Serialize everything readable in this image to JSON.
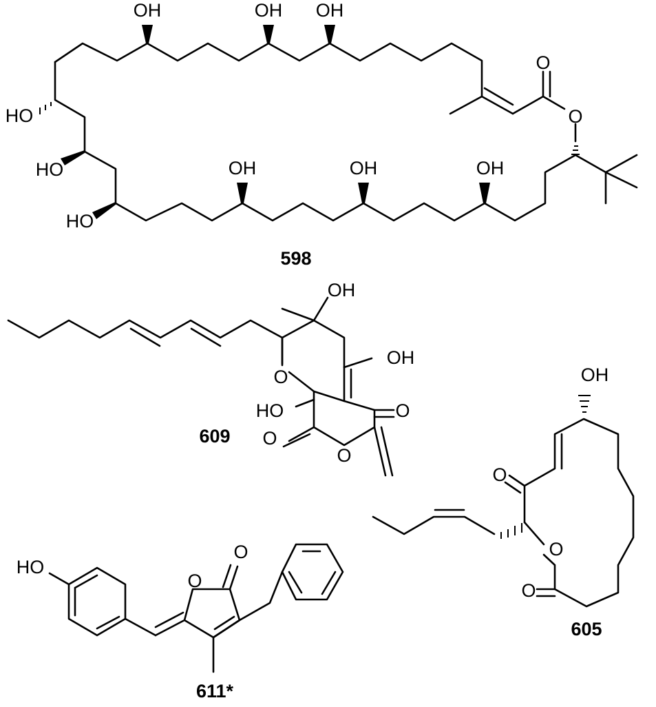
{
  "compounds": [
    {
      "id": "598"
    },
    {
      "id": "609"
    },
    {
      "id": "605"
    },
    {
      "id": "611*"
    }
  ],
  "atom_labels": {
    "oh": "OH",
    "ho": "HO",
    "o": "O"
  }
}
